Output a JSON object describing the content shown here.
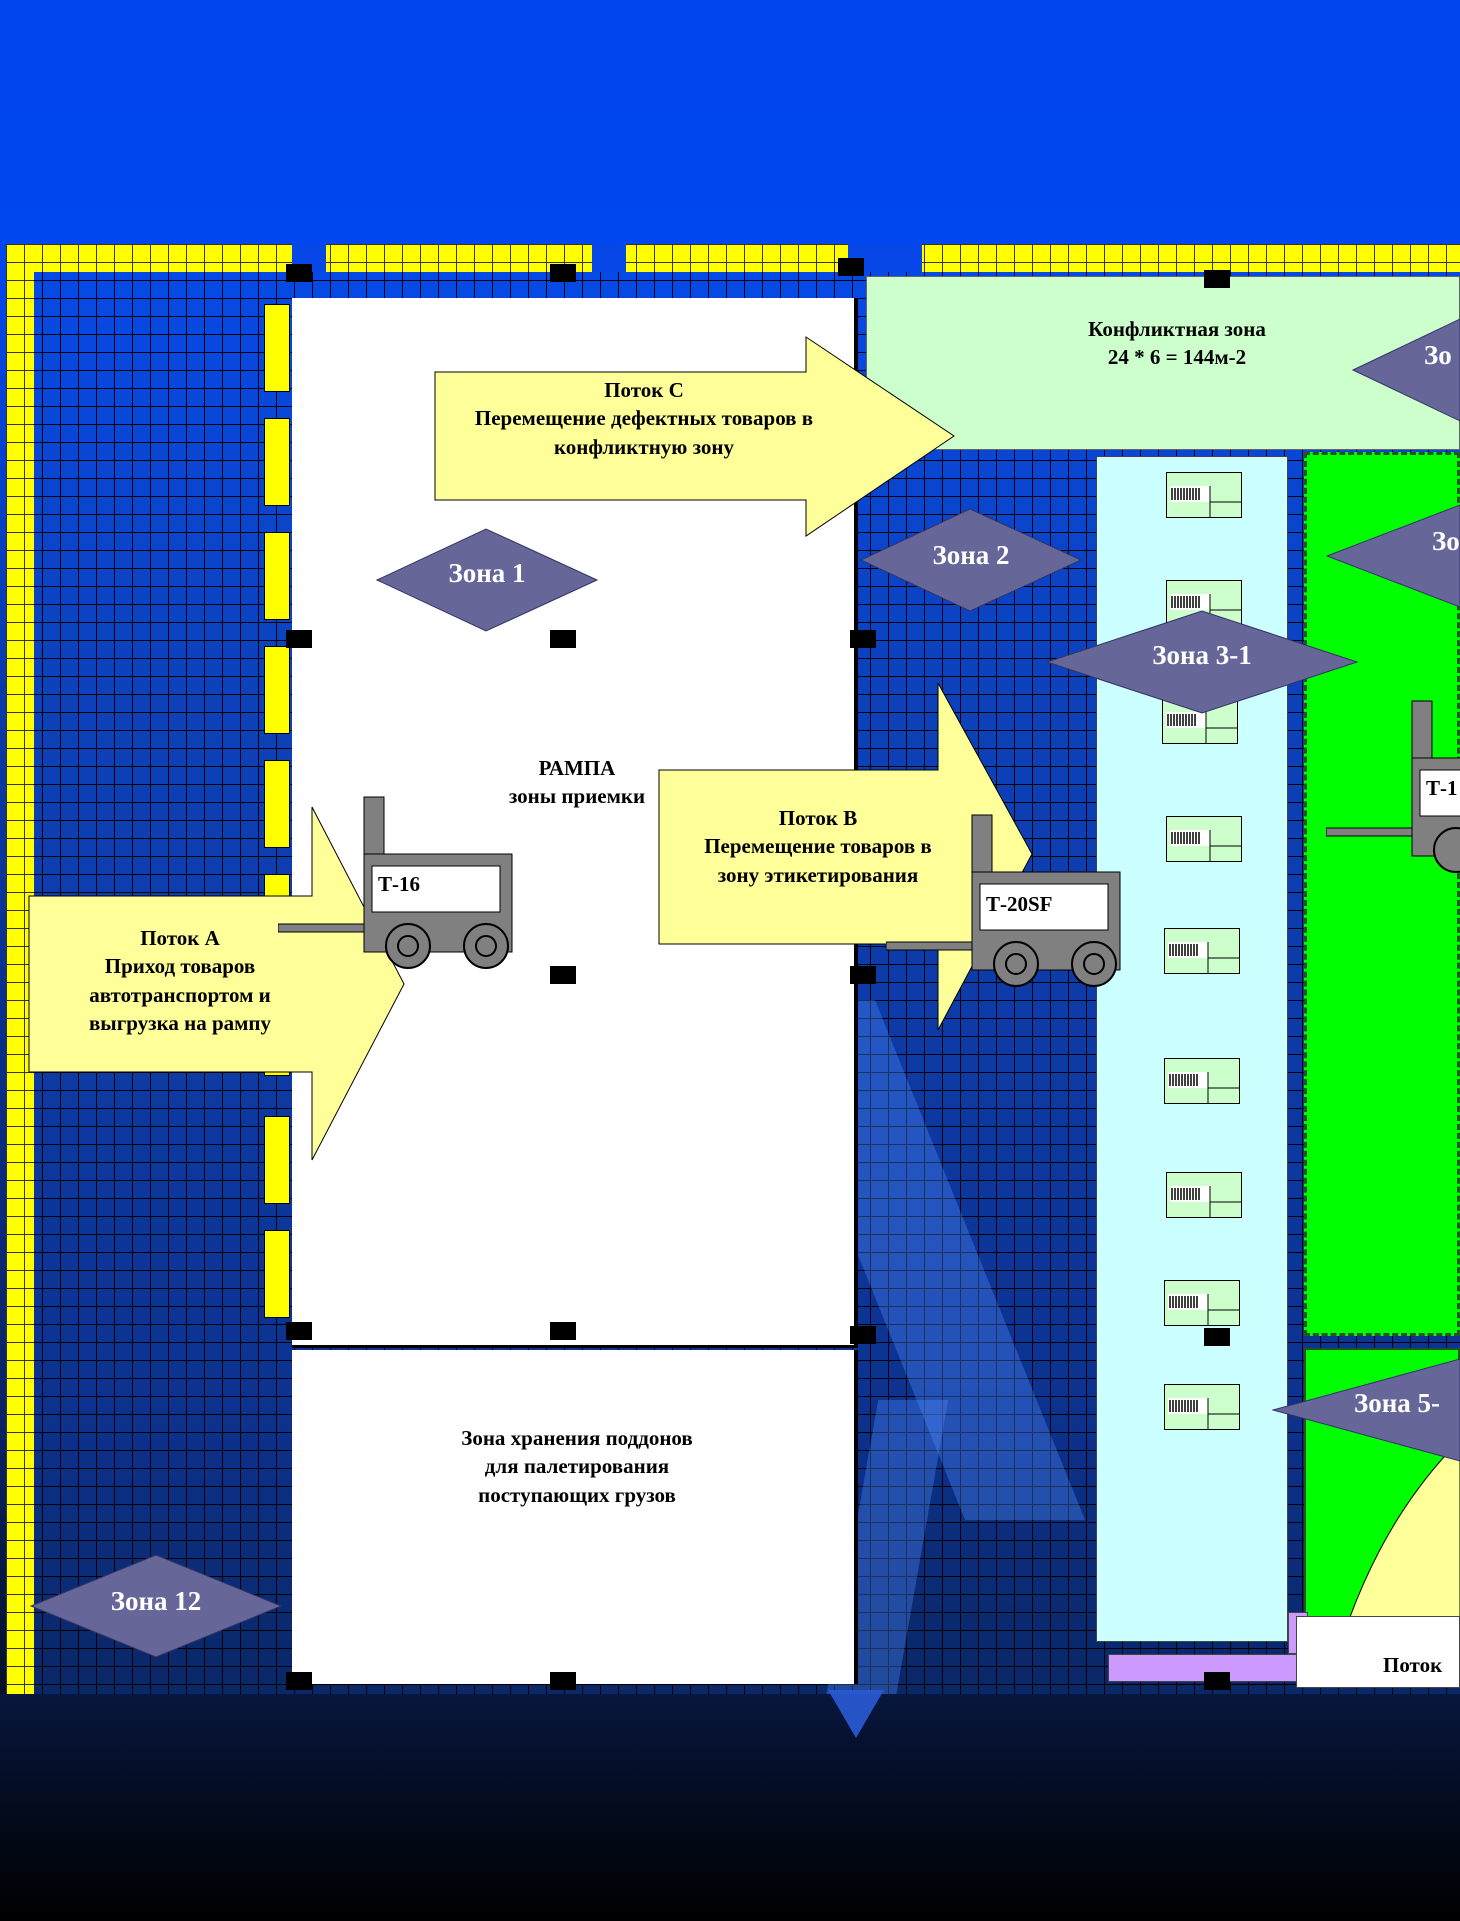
{
  "colors": {
    "sky": "#0044ee",
    "warehouse_floor": "#0a3aa8",
    "ramp": "#ffffff",
    "conflict_zone": "#ccffcc",
    "labeling_zone": "#ccffff",
    "green_zone": "#00ff00",
    "arrow": "#ffff99",
    "zone_marker": "#666699",
    "forklift": "#808080",
    "wall_cells": "#ffff00",
    "lilac_strip": "#cc99ff"
  },
  "zones": {
    "ramp": "РАМПА\nзоны приемки",
    "pallet_storage": "Зона хранения поддонов\nдля палетирования\nпоступающих грузов",
    "conflict": "Конфликтная зона\n24 * 6 = 144м-2"
  },
  "flows": {
    "a": "Поток А\nПриход товаров\nавтотранспортом и\nвыгрузка на рампу",
    "b": "Поток В\nПеремещение товаров в\nзону этикетирования",
    "c": "Поток С\nПеремещение дефектных товаров в\nконфликтную зону",
    "bottom": "Поток"
  },
  "markers": {
    "zone1": "Зона 1",
    "zone2": "Зона 2",
    "zone3_1": "Зона 3-1",
    "zone12": "Зона 12",
    "zone_top_right": "Зо",
    "zone_mid_right": "Зо",
    "zone5": "Зона 5-"
  },
  "forklifts": {
    "left": "Т-16",
    "middle": "Т-20SF",
    "right": "Т-1"
  },
  "icons": {
    "forklift": "forklift-icon",
    "barcode": "barcode-label-icon",
    "pillar": "pillar-icon"
  }
}
